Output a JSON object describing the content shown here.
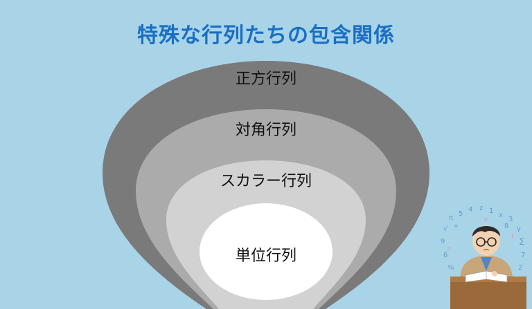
{
  "title": "特殊な行列たちの包含関係",
  "sets": [
    {
      "label": "正方行列",
      "color": "#7a7a7a"
    },
    {
      "label": "対角行列",
      "color": "#ababab"
    },
    {
      "label": "スカラー行列",
      "color": "#d2d2d2"
    },
    {
      "label": "単位行列",
      "color": "#ffffff"
    }
  ],
  "colors": {
    "background": "#a9d4e8",
    "title": "#1a6fc4"
  },
  "illustration": {
    "icon": "student-studying-math-icon"
  }
}
